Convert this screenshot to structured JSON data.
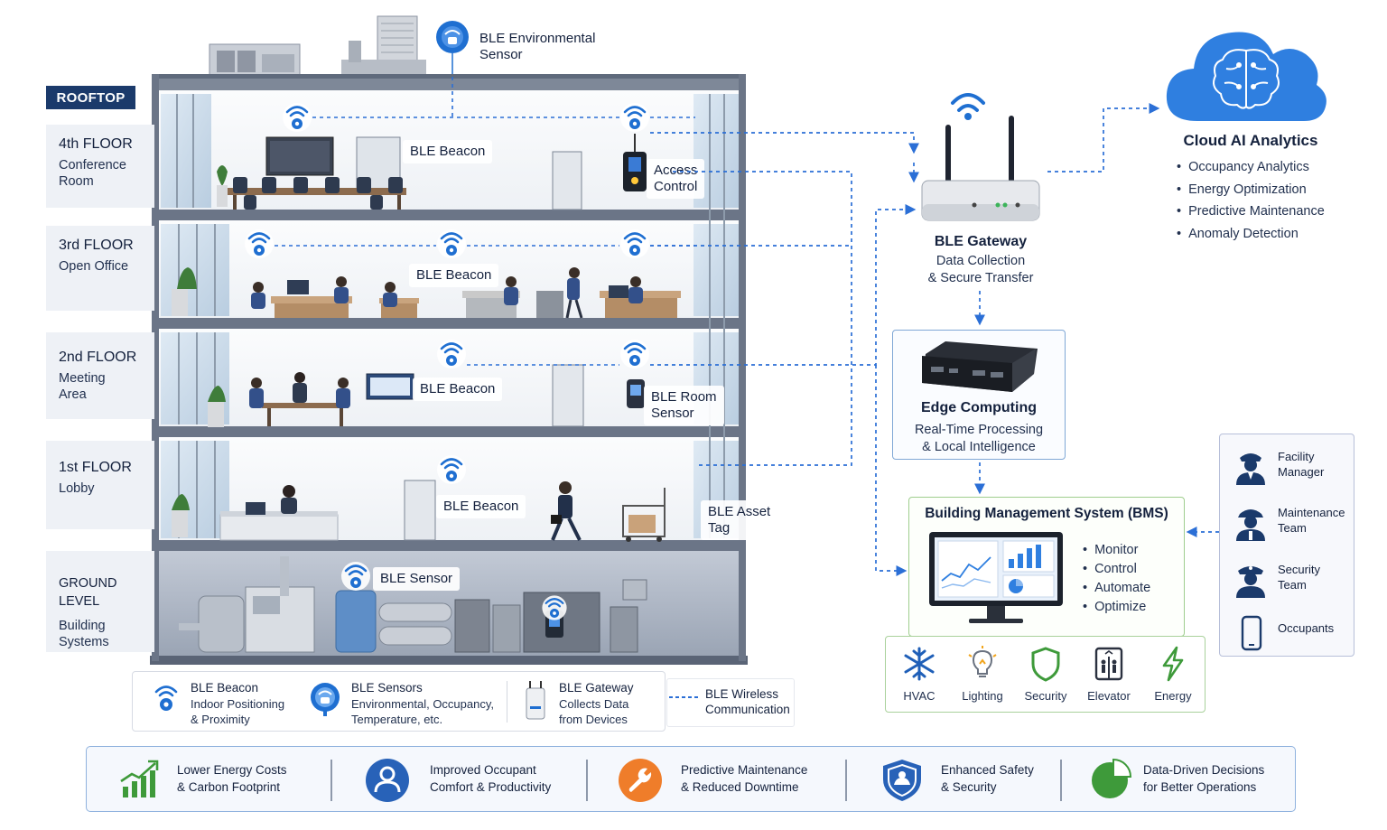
{
  "colors": {
    "accent_blue": "#1f6fd1",
    "navy": "#1b3a6b",
    "green": "#6cb043",
    "orange": "#ef7d2a",
    "wire": "#2b6fd6"
  },
  "building": {
    "rooftop_label": "ROOFTOP",
    "floors": [
      {
        "title": "4th FLOOR",
        "sub": "Conference\nRoom"
      },
      {
        "title": "3rd FLOOR",
        "sub": "Open Office"
      },
      {
        "title": "2nd FLOOR",
        "sub": "Meeting\nArea"
      },
      {
        "title": "1st FLOOR",
        "sub": "Lobby"
      },
      {
        "title": "GROUND LEVEL",
        "sub": "Building Systems"
      }
    ],
    "callouts": {
      "env_sensor": "BLE Environmental\nSensor",
      "beacon_4": "BLE Beacon",
      "access_control": "Access\nControl",
      "beacon_3": "BLE Beacon",
      "beacon_2": "BLE Beacon",
      "room_sensor": "BLE Room\nSensor",
      "beacon_1": "BLE Beacon",
      "asset_tag": "BLE Asset\nTag",
      "ground_sensor": "BLE Sensor"
    }
  },
  "gateway": {
    "title": "BLE Gateway",
    "desc": "Data Collection\n& Secure Transfer"
  },
  "edge": {
    "title": "Edge Computing",
    "desc": "Real-Time Processing\n& Local Intelligence"
  },
  "cloud": {
    "title": "Cloud AI Analytics",
    "items": [
      "Occupancy Analytics",
      "Energy Optimization",
      "Predictive Maintenance",
      "Anomaly Detection"
    ]
  },
  "bms": {
    "title": "Building Management System (BMS)",
    "items": [
      "Monitor",
      "Control",
      "Automate",
      "Optimize"
    ]
  },
  "systems": [
    {
      "label": "HVAC",
      "icon": "snowflake-icon"
    },
    {
      "label": "Lighting",
      "icon": "lightbulb-icon"
    },
    {
      "label": "Security",
      "icon": "shield-icon"
    },
    {
      "label": "Elevator",
      "icon": "elevator-icon"
    },
    {
      "label": "Energy",
      "icon": "lightning-icon"
    }
  ],
  "roles": [
    {
      "label": "Facility\nManager",
      "icon": "facility-manager-icon"
    },
    {
      "label": "Maintenance\nTeam",
      "icon": "maintenance-team-icon"
    },
    {
      "label": "Security\nTeam",
      "icon": "security-team-icon"
    },
    {
      "label": "Occupants",
      "icon": "smartphone-icon"
    }
  ],
  "legend": {
    "beacon": {
      "title": "BLE Beacon",
      "desc": "Indoor Positioning\n& Proximity"
    },
    "sensors": {
      "title": "BLE Sensors",
      "desc": "Environmental, Occupancy,\nTemperature, etc."
    },
    "gateway": {
      "title": "BLE Gateway",
      "desc": "Collects Data\nfrom Devices"
    },
    "wireless": {
      "title": "BLE Wireless\nCommunication"
    }
  },
  "benefits": [
    {
      "text": "Lower Energy Costs\n& Carbon Footprint",
      "icon": "growth-chart-icon"
    },
    {
      "text": "Improved Occupant\nComfort & Productivity",
      "icon": "person-icon"
    },
    {
      "text": "Predictive Maintenance\n& Reduced Downtime",
      "icon": "wrench-icon"
    },
    {
      "text": "Enhanced Safety\n& Security",
      "icon": "shield-icon"
    },
    {
      "text": "Data-Driven Decisions\nfor Better Operations",
      "icon": "pie-chart-icon"
    }
  ]
}
